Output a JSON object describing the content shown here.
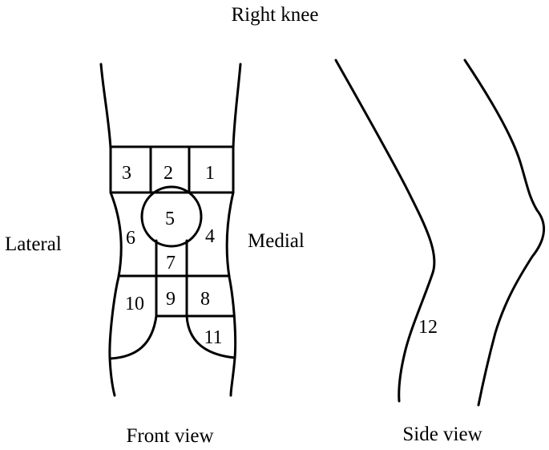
{
  "diagram": {
    "title": "Right knee",
    "side_labels": {
      "left": "Lateral",
      "right": "Medial"
    },
    "view_labels": {
      "front": "Front view",
      "side": "Side view"
    },
    "regions": [
      {
        "id": "1",
        "label": "1"
      },
      {
        "id": "2",
        "label": "2"
      },
      {
        "id": "3",
        "label": "3"
      },
      {
        "id": "4",
        "label": "4"
      },
      {
        "id": "5",
        "label": "5"
      },
      {
        "id": "6",
        "label": "6"
      },
      {
        "id": "7",
        "label": "7"
      },
      {
        "id": "8",
        "label": "8"
      },
      {
        "id": "9",
        "label": "9"
      },
      {
        "id": "10",
        "label": "10"
      },
      {
        "id": "11",
        "label": "11"
      },
      {
        "id": "12",
        "label": "12"
      }
    ],
    "colors": {
      "line": "#000000",
      "background": "#ffffff"
    }
  }
}
